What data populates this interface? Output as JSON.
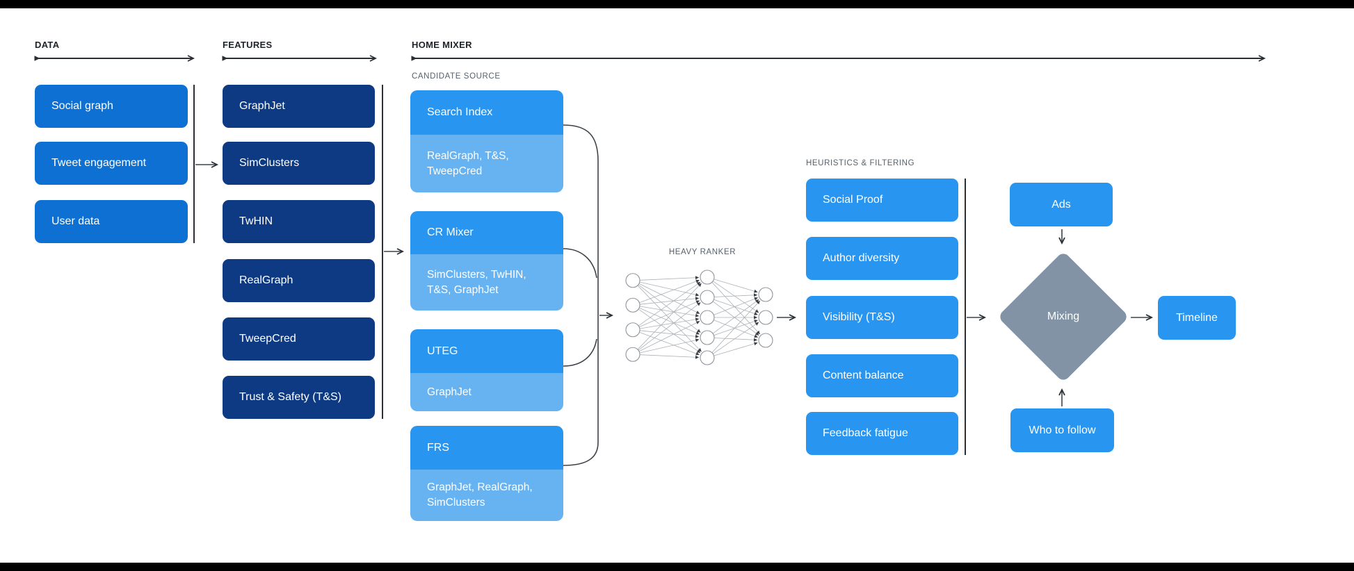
{
  "colors": {
    "box_blue": "#0f70d3",
    "box_navy": "#0d3a82",
    "box_bright": "#2896f0",
    "box_light": "#67b3f1",
    "diamond_gray": "#8193a4",
    "label_gray": "#55616c",
    "header_dark": "#1d2329",
    "line_dark": "#2a2f35",
    "connector": "#3d4349",
    "net_edge": "#abb0b6",
    "net_node_stroke": "#8f959c"
  },
  "headers": {
    "data": "DATA",
    "features": "FEATURES",
    "home_mixer": "HOME MIXER"
  },
  "data_section": {
    "items": [
      "Social graph",
      "Tweet engagement",
      "User data"
    ]
  },
  "features_section": {
    "items": [
      "GraphJet",
      "SimClusters",
      "TwHIN",
      "RealGraph",
      "TweepCred",
      "Trust & Safety (T&S)"
    ]
  },
  "candidate_source": {
    "label": "CANDIDATE SOURCE",
    "cards": [
      {
        "title": "Search Index",
        "sources": "RealGraph, T&S, TweepCred"
      },
      {
        "title": "CR Mixer",
        "sources": "SimClusters, TwHIN, T&S, GraphJet"
      },
      {
        "title": "UTEG",
        "sources": "GraphJet"
      },
      {
        "title": "FRS",
        "sources": "GraphJet, RealGraph, SimClusters"
      }
    ]
  },
  "heavy_ranker": {
    "label": "HEAVY RANKER",
    "layers": [
      4,
      5,
      3
    ]
  },
  "heuristics": {
    "label": "HEURISTICS & FILTERING",
    "items": [
      "Social Proof",
      "Author diversity",
      "Visibility (T&S)",
      "Content balance",
      "Feedback fatigue"
    ]
  },
  "output_stage": {
    "ads": "Ads",
    "mixing": "Mixing",
    "who_to_follow": "Who to follow",
    "timeline": "Timeline"
  }
}
